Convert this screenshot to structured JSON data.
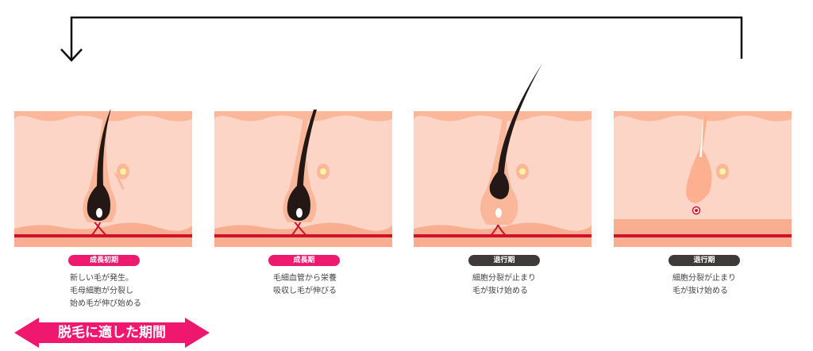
{
  "stages": [
    {
      "label": "成長初期",
      "color": "#ee1a6e",
      "desc": "新しい毛が発生。\n毛母細胞が分裂し\n始め毛が伸び始める"
    },
    {
      "label": "成長期",
      "color": "#ee1a6e",
      "desc": "毛細血管から栄養\n吸収し毛が伸びる"
    },
    {
      "label": "退行期",
      "color": "#3f3a3a",
      "desc": "細胞分裂が止まり\n毛が抜け始める"
    },
    {
      "label": "退行期",
      "color": "#3f3a3a",
      "desc": "細胞分裂が止まり\n毛が抜け始める"
    }
  ],
  "highlight": {
    "label": "脱毛に適した期間",
    "color": "#f0186e"
  },
  "colors": {
    "skin": "#fdd5c7",
    "epidermis": "#fbb79a",
    "dermis": "#f9ae92",
    "vessel": "#d0112b",
    "hair": "#231815"
  }
}
